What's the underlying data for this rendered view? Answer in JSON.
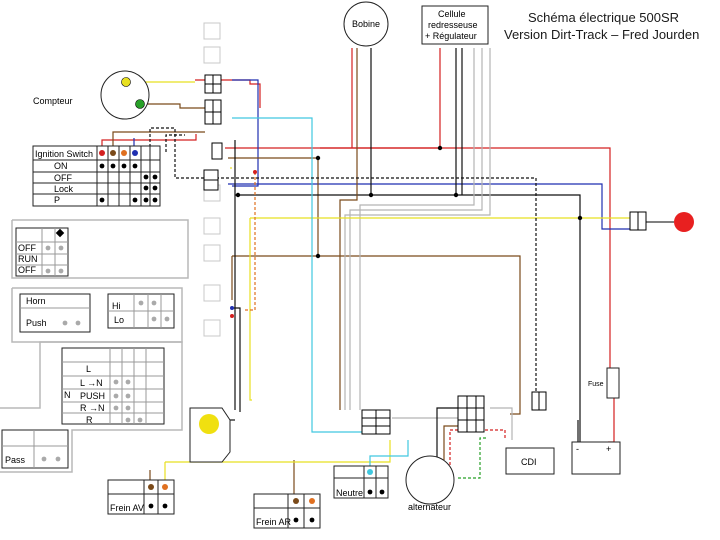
{
  "title": {
    "line1": "Schéma électrique 500SR",
    "line2": "Version Dirt-Track – Fred Jourden"
  },
  "components": {
    "bobine": "Bobine",
    "cellule": [
      "Cellule",
      "redresseuse",
      "+ Régulateur"
    ],
    "compteur": "Compteur",
    "fuse": "Fuse",
    "cdi": "CDI",
    "alternateur": "alternateur",
    "neutre": "Neutre",
    "frein_av": "Frein AV",
    "frein_ar": "Frein AR",
    "battery_minus": "-",
    "battery_plus": "+"
  },
  "ignition_switch": {
    "header": "Ignition Switch",
    "rows": [
      "ON",
      "OFF",
      "Lock",
      "P"
    ]
  },
  "kill_switch": {
    "rows": [
      "OFF",
      "RUN",
      "OFF"
    ]
  },
  "horn_switch": {
    "rows": [
      "Horn",
      "Push"
    ]
  },
  "light_switch": {
    "rows": [
      "Hi",
      "Lo"
    ]
  },
  "turn_switch": {
    "rows": [
      "L",
      "L →N",
      "PUSH",
      "R →N",
      "R"
    ],
    "side": "N"
  },
  "pass_switch": {
    "label": "Pass"
  },
  "wire_colors": {
    "red": "#d42020",
    "blue": "#1f2fb0",
    "brown": "#7a4a1a",
    "black": "#111111",
    "yellow": "#e8e020",
    "cyan": "#40c8e0",
    "grey": "#b4b4b4",
    "green": "#28a028",
    "orange": "#e07020",
    "light_red": "#ff4040"
  }
}
